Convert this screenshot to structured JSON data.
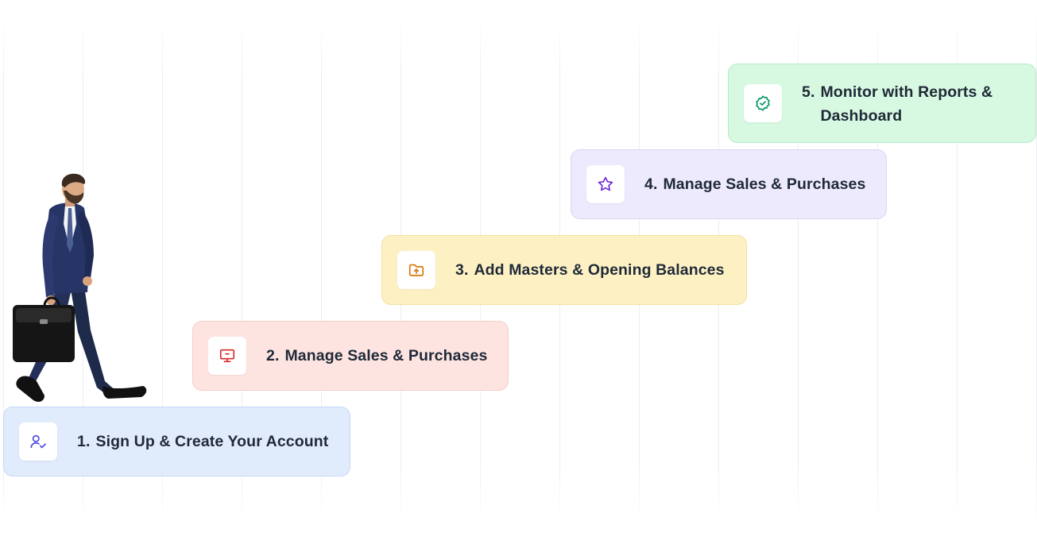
{
  "steps": [
    {
      "number": "1.",
      "text": "Sign Up & Create Your Account",
      "icon": "user-check-icon",
      "color": "#4f46e5"
    },
    {
      "number": "2.",
      "text": "Manage Sales & Purchases",
      "icon": "monitor-icon",
      "color": "#dc2626"
    },
    {
      "number": "3.",
      "text": "Add Masters & Opening Balances",
      "icon": "folder-upload-icon",
      "color": "#d97706"
    },
    {
      "number": "4.",
      "text": "Manage Sales & Purchases",
      "icon": "star-icon",
      "color": "#6d28d9"
    },
    {
      "number": "5.",
      "text": "Monitor with Reports & Dashboard",
      "icon": "badge-check-icon",
      "color": "#059669"
    }
  ],
  "illustration": {
    "icon": "walking-businessman-illustration"
  }
}
